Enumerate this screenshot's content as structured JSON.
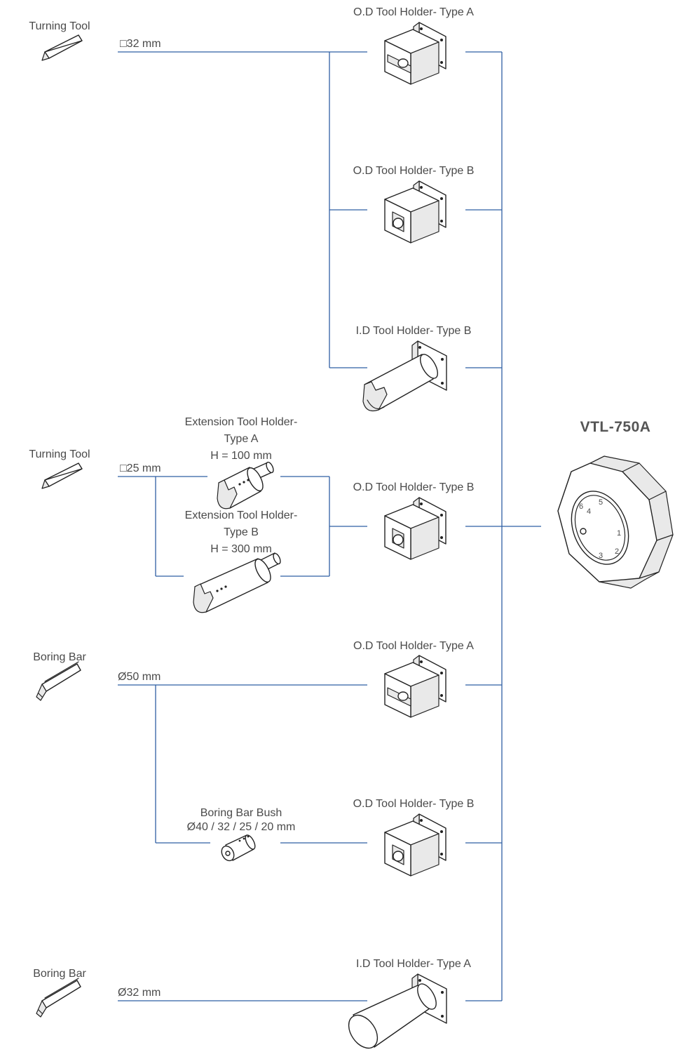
{
  "title": "VTL-750A",
  "tools": {
    "turning_tool_1": "Turning Tool",
    "turning_tool_2": "Turning Tool",
    "boring_bar_1": "Boring Bar",
    "boring_bar_2": "Boring Bar"
  },
  "sizes": {
    "sq32": "□32 mm",
    "sq25": "□25 mm",
    "d50": "Ø50 mm",
    "d32": "Ø32 mm"
  },
  "holders": {
    "od_a_1": "O.D Tool Holder- Type A",
    "od_b_1": "O.D Tool Holder- Type B",
    "id_b": "I.D Tool Holder- Type B",
    "od_b_2": "O.D Tool Holder- Type B",
    "od_a_2": "O.D Tool Holder- Type A",
    "od_b_3": "O.D Tool Holder- Type B",
    "id_a": "I.D Tool Holder- Type A"
  },
  "extension_a": {
    "line1": "Extension Tool Holder-",
    "line2": "Type A",
    "line3": "H = 100 mm"
  },
  "extension_b": {
    "line1": "Extension Tool Holder-",
    "line2": "Type B",
    "line3": "H = 300 mm"
  },
  "bush": {
    "line1": "Boring Bar Bush",
    "line2": "Ø40 / 32 / 25 / 20 mm"
  },
  "turret_numbers": [
    "1",
    "2",
    "3",
    "4",
    "5",
    "6"
  ],
  "colors": {
    "connector": "#2f5fa3",
    "text": "#4a4a4a",
    "ink": "#222222"
  },
  "icons": [
    "turning-tool-icon",
    "boring-bar-icon",
    "od-holder-a-icon",
    "od-holder-b-icon",
    "id-holder-b-icon",
    "id-holder-a-icon",
    "extension-holder-a-icon",
    "extension-holder-b-icon",
    "boring-bar-bush-icon",
    "turret-icon"
  ]
}
